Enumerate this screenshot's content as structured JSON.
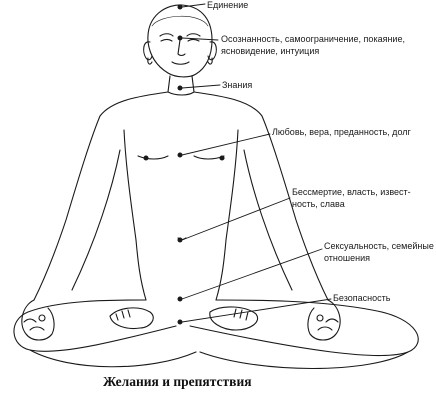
{
  "labels": {
    "unity": "Единение",
    "awareness_line1": "Осознанность, самоограничение, покаяние,",
    "awareness_line2": "ясновидение, интуиция",
    "knowledge": "Знания",
    "love": "Любовь, вера, преданность, долг",
    "immortality_line1": "Бессмертие, власть, извест-",
    "immortality_line2": "ность, слава",
    "sexuality_line1": "Сексуальность, семейные",
    "sexuality_line2": "отношения",
    "security": "Безопасность"
  },
  "caption": "Желания и препятствия",
  "colors": {
    "ink": "#1a1a1a",
    "background": "#ffffff"
  }
}
